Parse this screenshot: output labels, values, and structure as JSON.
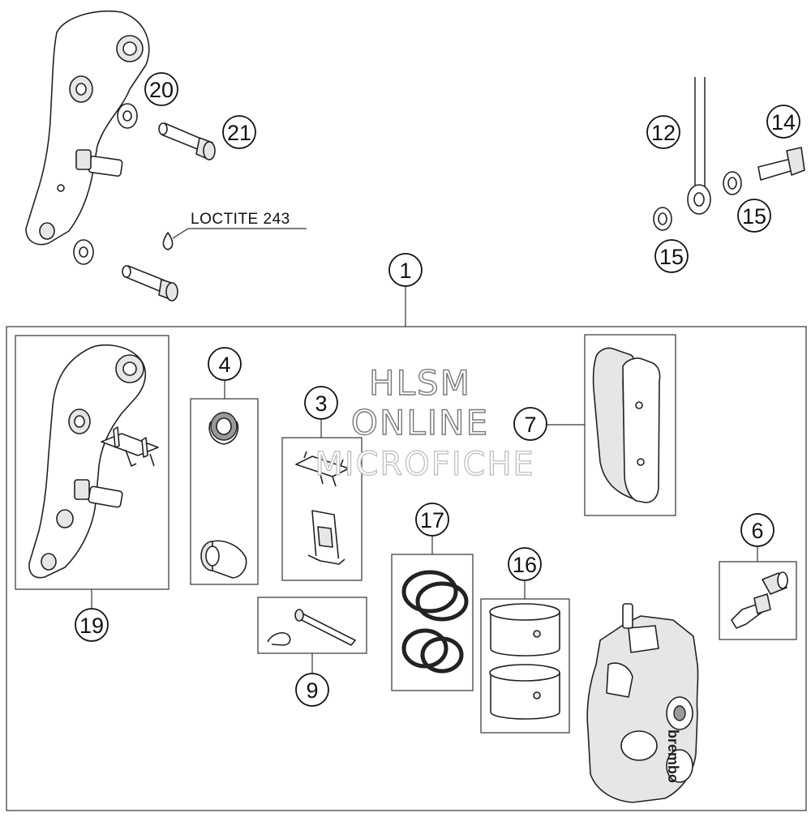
{
  "callouts": {
    "c1": "1",
    "c3": "3",
    "c4": "4",
    "c6": "6",
    "c7": "7",
    "c9": "9",
    "c12": "12",
    "c14": "14",
    "c15a": "15",
    "c15b": "15",
    "c16": "16",
    "c17": "17",
    "c19": "19",
    "c20": "20",
    "c21": "21"
  },
  "notes": {
    "loctite": "LOCTITE 243"
  },
  "watermark": {
    "line1": "HLSM",
    "line2": "ONLINE",
    "line3": "MICROFICHE"
  },
  "caliper_brand": "brembo"
}
